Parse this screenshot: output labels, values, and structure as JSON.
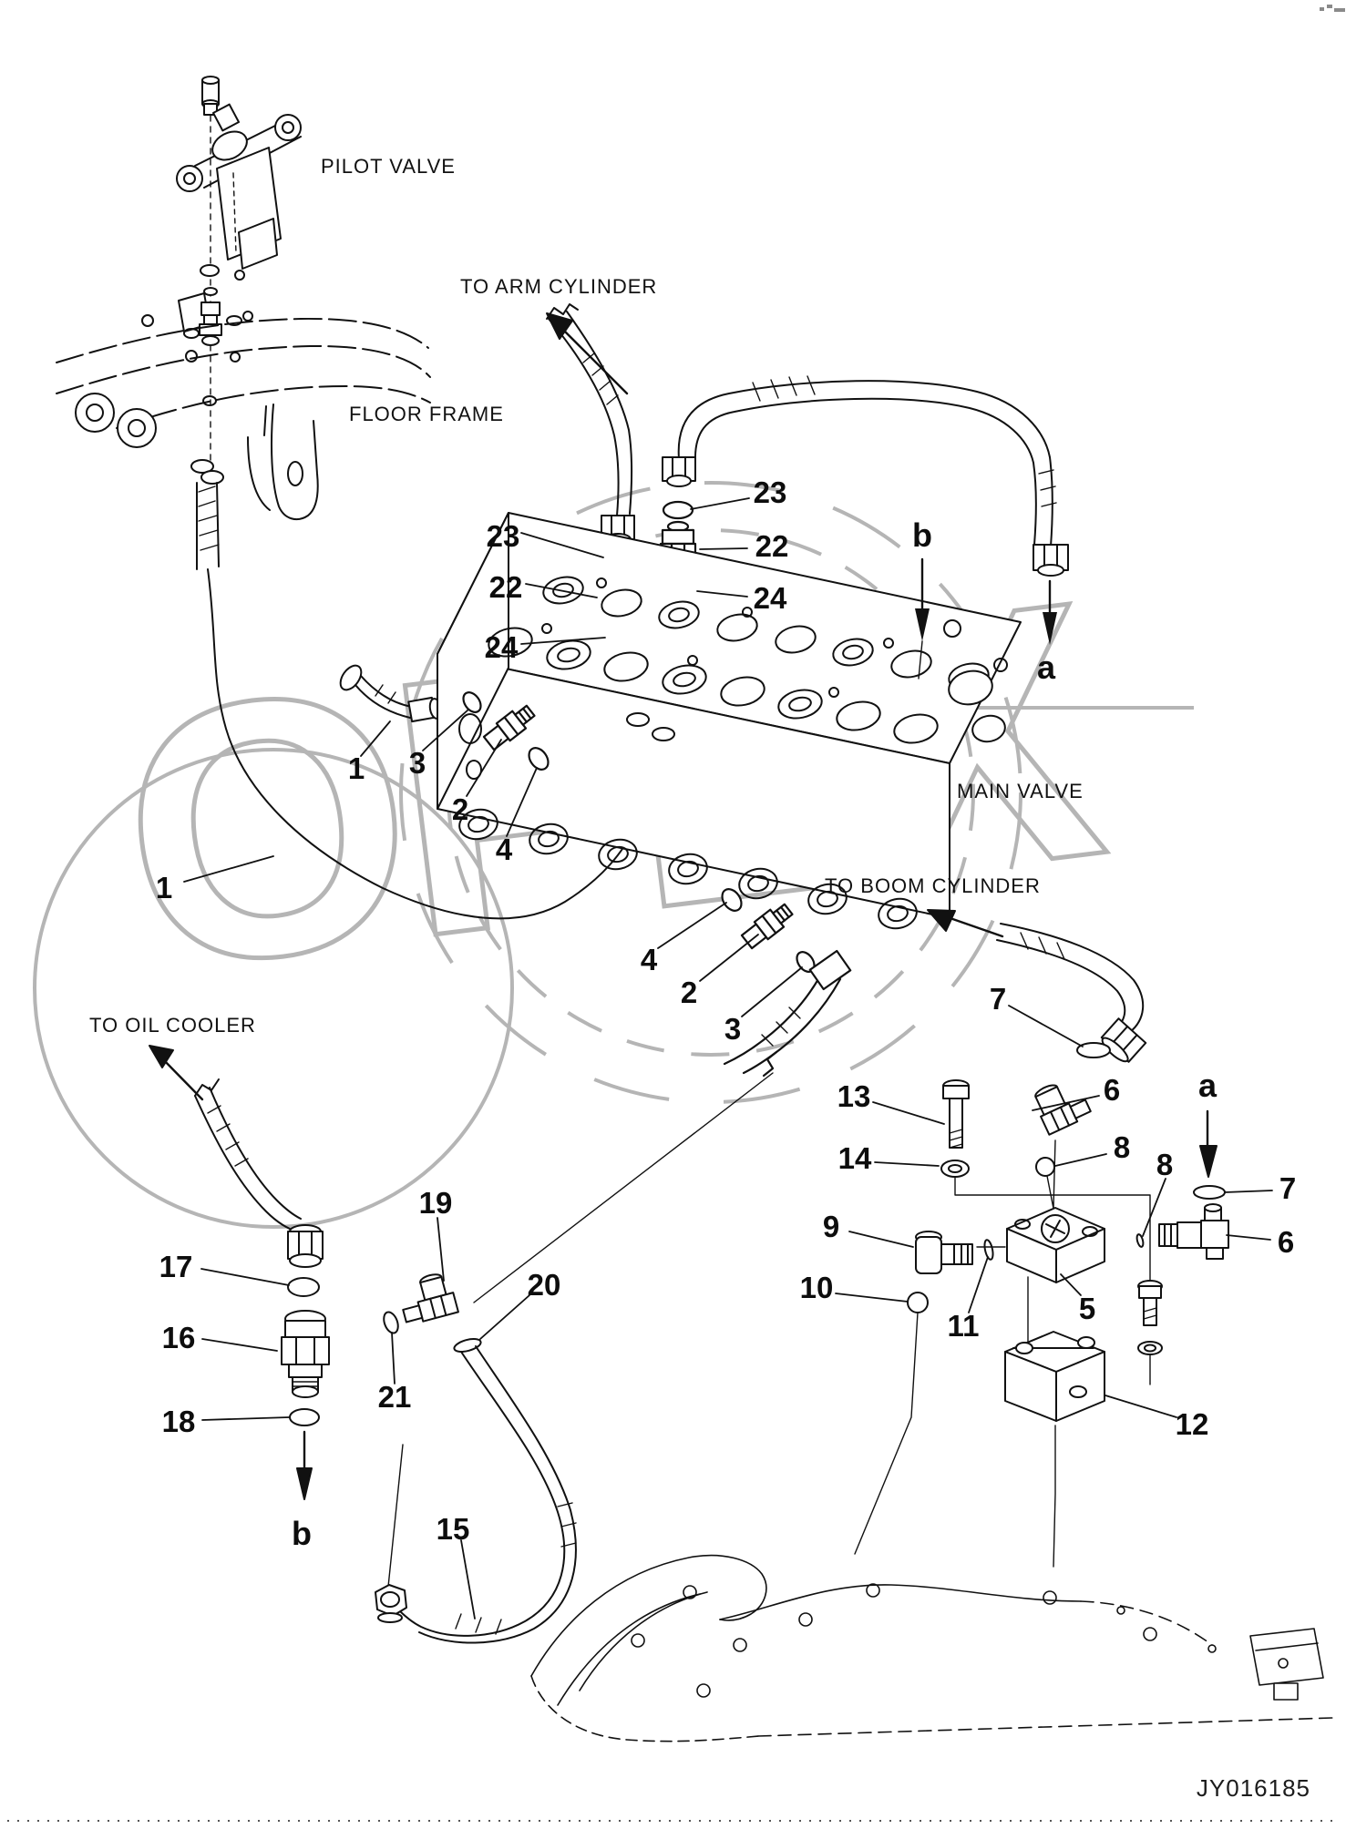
{
  "document": {
    "code": "JY016185",
    "watermark_text": "OPEX"
  },
  "annotations": {
    "pilot_valve": "PILOT VALVE",
    "to_arm_cylinder": "TO ARM CYLINDER",
    "floor_frame": "FLOOR FRAME",
    "main_valve": "MAIN VALVE",
    "to_boom_cylinder": "TO BOOM CYLINDER",
    "to_oil_cooler": "TO OIL COOLER"
  },
  "connection_letters": {
    "b_top": "b",
    "a_top": "a",
    "a_right": "a",
    "b_bottom": "b"
  },
  "callouts": {
    "c23a": "23",
    "c22a": "22",
    "c24a": "24",
    "c23b": "23",
    "c22b": "22",
    "c24b": "24",
    "c1a": "1",
    "c3a": "3",
    "c2a": "2",
    "c4a": "4",
    "c1b": "1",
    "c4b": "4",
    "c2b": "2",
    "c3b": "3",
    "c7a": "7",
    "c6a": "6",
    "c13": "13",
    "c14": "14",
    "c9": "9",
    "c8a": "8",
    "c8b": "8",
    "c7b": "7",
    "c6b": "6",
    "c10": "10",
    "c11": "11",
    "c5": "5",
    "c12": "12",
    "c17": "17",
    "c16": "16",
    "c18": "18",
    "c19": "19",
    "c20": "20",
    "c21": "21",
    "c15": "15"
  },
  "colors": {
    "line": "#111111",
    "watermark": "#b5b5b5",
    "background": "#ffffff"
  }
}
